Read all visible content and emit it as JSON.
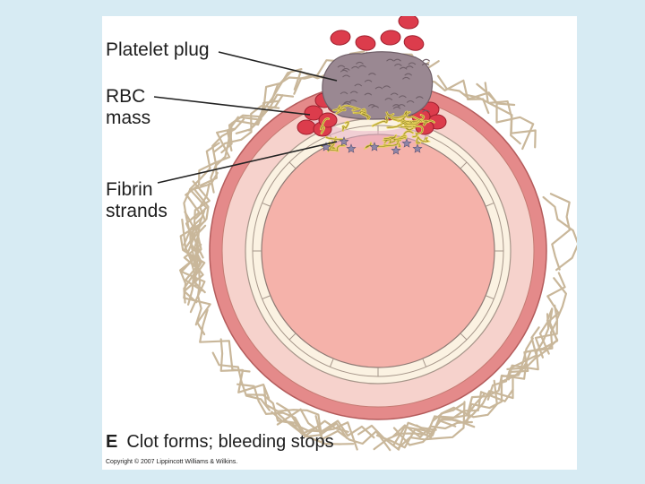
{
  "labels": {
    "platelet_plug": "Platelet plug",
    "rbc_line1": "RBC",
    "rbc_line2": "mass",
    "fibrin_line1": "Fibrin",
    "fibrin_line2": "strands"
  },
  "caption": {
    "letter": "E",
    "text": "Clot forms; bleeding stops"
  },
  "copyright": "Copyright © 2007 Lippincott Williams & Wilkins.",
  "colors": {
    "background": "#d7ebf3",
    "outer_wall": "#e48a8a",
    "middle_wall": "#f6d2cc",
    "lumen": "#f5b2aa",
    "plug": "#9a8892",
    "rbc": "#dc3c4c",
    "fibrin": "#e7d35a",
    "adventitia": "#c9b79a"
  }
}
